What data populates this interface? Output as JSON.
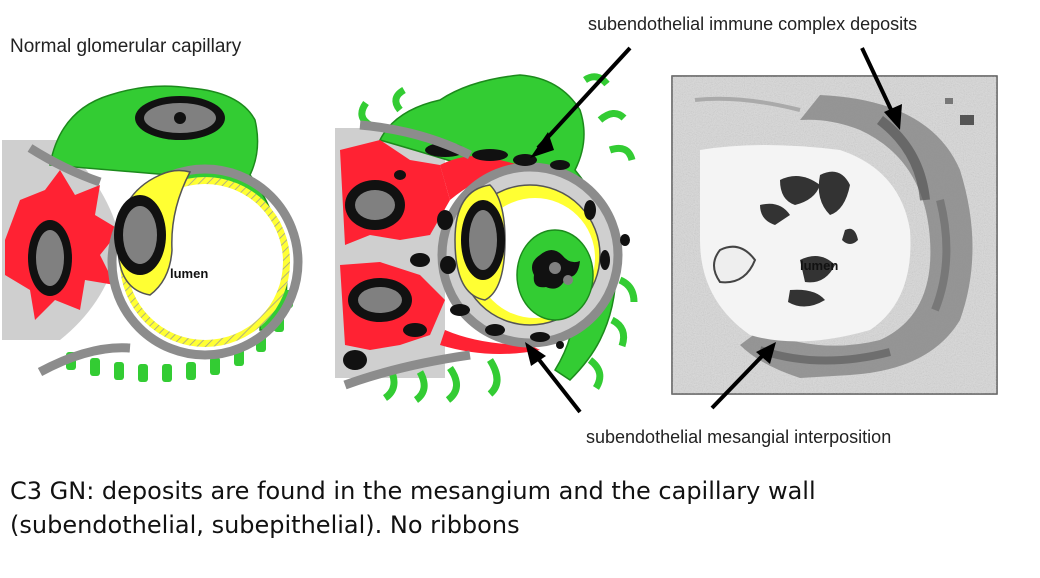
{
  "panels": {
    "normal": {
      "title": "Normal glomerular capillary",
      "lumen_label": "lumen"
    },
    "micrograph": {
      "lumen_label": "lumen"
    }
  },
  "annotations": {
    "deposits": "subendothelial immune complex deposits",
    "interposition": "subendothelial mesangial interposition"
  },
  "caption": {
    "line1": "C3 GN: deposits are found in the mesangium and the capillary wall",
    "line2": "(subendothelial, subepithelial). No ribbons"
  },
  "colors": {
    "podocyte_green": "#33cc33",
    "mesangial_red": "#ff2233",
    "endothelial_yellow": "#ffff33",
    "basement_membrane_gray": "#8c8c8c",
    "deposit_black": "#111111",
    "nucleus_gray": "#808080"
  }
}
